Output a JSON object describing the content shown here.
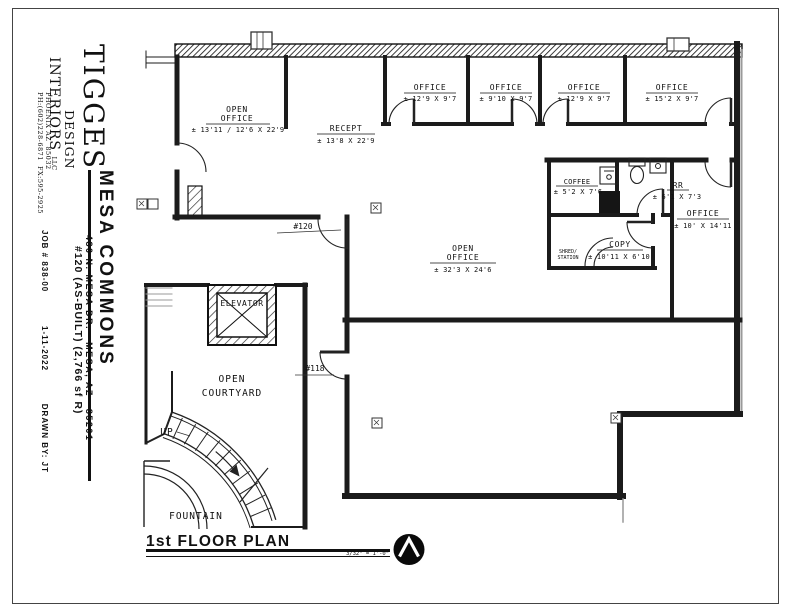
{
  "titleblock": {
    "logo": {
      "tigges": "TIGGES",
      "design": "DESIGN",
      "interiors": "INTERIORS",
      "llc": "LLC",
      "city_zip": "PHOENIX AZ  85032",
      "phone": "PH:(602)228-6871  FX:595-2925"
    },
    "project_name": "MESA COMMONS",
    "project_address": "480 N. MESA DR.   MESA, AZ   85201",
    "suite_info": "#120 (AS-BUILT) (2,766 sf R)",
    "job_number": "JOB # 838-00",
    "date": "1-11-2022",
    "drawn_by": "DRAWN BY: JT"
  },
  "plan": {
    "rooms": {
      "nw": {
        "l1": "OPEN",
        "l2": "OFFICE",
        "dims": "± 13'11 / 12'6 X 22'9"
      },
      "recept": {
        "name": "RECEPT",
        "dims": "± 13'8 X 22'9"
      },
      "o1": {
        "name": "OFFICE",
        "dims": "± 12'9 X 9'7"
      },
      "o2": {
        "name": "OFFICE",
        "dims": "± 9'10 X 9'7"
      },
      "o3": {
        "name": "OFFICE",
        "dims": "± 12'9 X 9'7"
      },
      "o4": {
        "name": "OFFICE",
        "dims": "± 15'2 X 9'7"
      },
      "coffee": {
        "name": "COFFEE",
        "dims": "± 5'2 X 7'6"
      },
      "rr": {
        "name": "RR",
        "dims": "± 6'1 X 7'3"
      },
      "copy": {
        "name": "COPY",
        "dims": "± 10'11 X 6'10"
      },
      "o5": {
        "name": "OFFICE",
        "dims": "± 10' X 14'11"
      },
      "center": {
        "l1": "OPEN",
        "l2": "OFFICE",
        "dims": "± 32'3 X 24'6"
      },
      "courtyard": {
        "l1": "OPEN",
        "l2": "COURTYARD"
      },
      "elevator": {
        "name": "ELEVATOR"
      },
      "fountain": {
        "name": "FOUNTAIN"
      }
    },
    "ann": {
      "d120": "#120",
      "d118": "#118",
      "up": "UP",
      "st1": "SHRED/",
      "st2": "STATION"
    }
  },
  "footer": {
    "title": "1st FLOOR PLAN",
    "scale": "3/32\" = 1'-0\""
  }
}
